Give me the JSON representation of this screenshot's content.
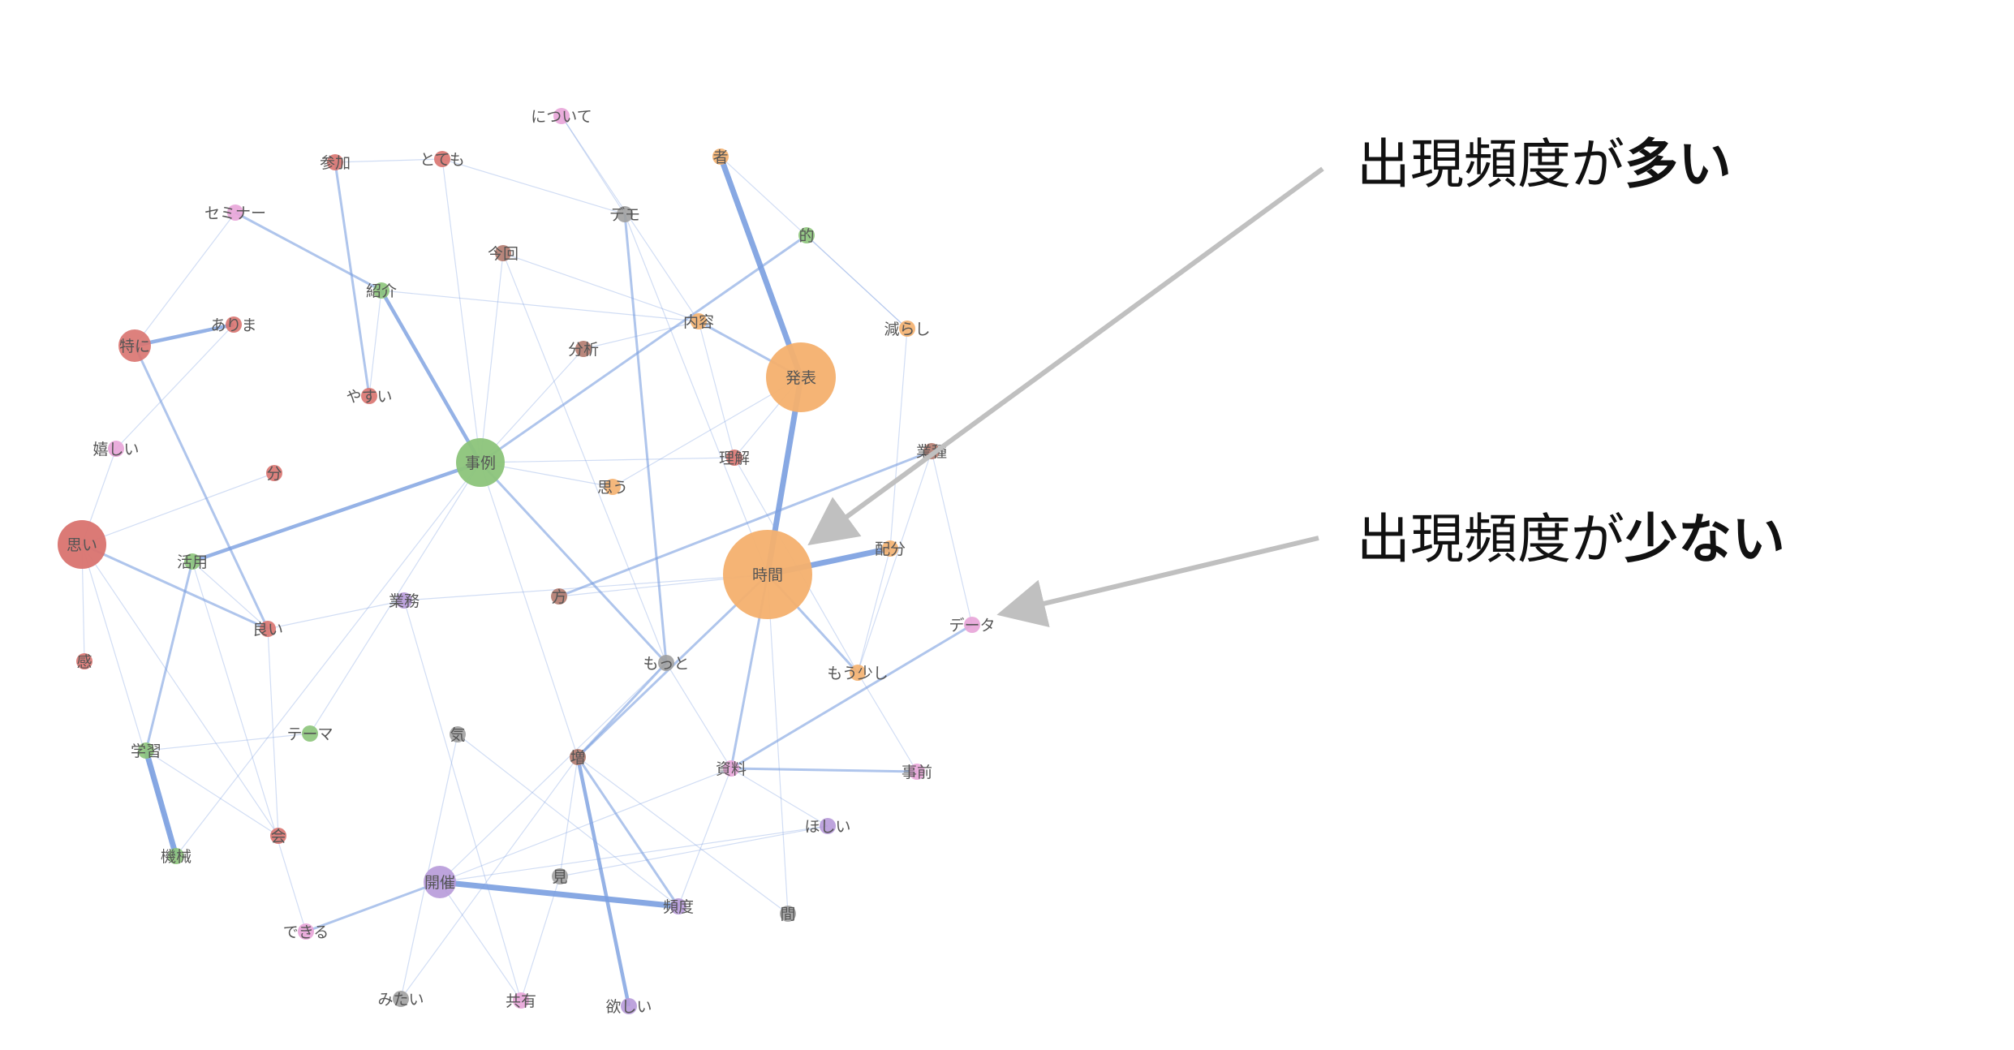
{
  "colors": {
    "red": "#d9736f",
    "green": "#8cc47a",
    "orange": "#f4b06e",
    "pink": "#e8a4d8",
    "purple": "#b79ad9",
    "gray": "#a0a0a0",
    "brown": "#b27a6e",
    "edge": "#7a9fe0",
    "arrow": "#c0c0c0"
  },
  "nodes": [
    {
      "id": "ni-tsuite",
      "label": "について",
      "color": "pink",
      "size": 1
    },
    {
      "id": "sanka",
      "label": "参加",
      "color": "red",
      "size": 1
    },
    {
      "id": "totemo",
      "label": "とても",
      "color": "red",
      "size": 1
    },
    {
      "id": "sha",
      "label": "者",
      "color": "orange",
      "size": 1
    },
    {
      "id": "seminar",
      "label": "セミナー",
      "color": "pink",
      "size": 1
    },
    {
      "id": "demo",
      "label": "デモ",
      "color": "gray",
      "size": 1
    },
    {
      "id": "teki",
      "label": "的",
      "color": "green",
      "size": 1
    },
    {
      "id": "konkai",
      "label": "今回",
      "color": "brown",
      "size": 1
    },
    {
      "id": "shokai",
      "label": "紹介",
      "color": "green",
      "size": 1
    },
    {
      "id": "arima",
      "label": "ありま",
      "color": "red",
      "size": 1
    },
    {
      "id": "tokuni",
      "label": "特に",
      "color": "red",
      "size": 2
    },
    {
      "id": "naiyou",
      "label": "内容",
      "color": "orange",
      "size": 1
    },
    {
      "id": "herashi",
      "label": "減らし",
      "color": "orange",
      "size": 1
    },
    {
      "id": "bunseki",
      "label": "分析",
      "color": "brown",
      "size": 1
    },
    {
      "id": "happyou",
      "label": "発表",
      "color": "orange",
      "size": 4
    },
    {
      "id": "yasui",
      "label": "やすい",
      "color": "red",
      "size": 1
    },
    {
      "id": "ureshii",
      "label": "嬉しい",
      "color": "pink",
      "size": 1
    },
    {
      "id": "jirei",
      "label": "事例",
      "color": "green",
      "size": 3
    },
    {
      "id": "rikai",
      "label": "理解",
      "color": "red",
      "size": 1
    },
    {
      "id": "gyoukai",
      "label": "業種",
      "color": "brown",
      "size": 1
    },
    {
      "id": "bun",
      "label": "分",
      "color": "red",
      "size": 1
    },
    {
      "id": "omou",
      "label": "思う",
      "color": "orange",
      "size": 1
    },
    {
      "id": "omoi",
      "label": "思い",
      "color": "red",
      "size": 3
    },
    {
      "id": "katsuyou",
      "label": "活用",
      "color": "green",
      "size": 1
    },
    {
      "id": "jikan",
      "label": "時間",
      "color": "orange",
      "size": 5
    },
    {
      "id": "haibun",
      "label": "配分",
      "color": "orange",
      "size": 1
    },
    {
      "id": "gyoumu",
      "label": "業務",
      "color": "purple",
      "size": 1
    },
    {
      "id": "kata",
      "label": "方",
      "color": "brown",
      "size": 1
    },
    {
      "id": "yoi",
      "label": "良い",
      "color": "red",
      "size": 1
    },
    {
      "id": "data",
      "label": "データ",
      "color": "pink",
      "size": 1
    },
    {
      "id": "motto",
      "label": "もっと",
      "color": "gray",
      "size": 1
    },
    {
      "id": "mousukoshi",
      "label": "もう少し",
      "color": "orange",
      "size": 1
    },
    {
      "id": "kan",
      "label": "感",
      "color": "red",
      "size": 1
    },
    {
      "id": "gakushu",
      "label": "学習",
      "color": "green",
      "size": 1
    },
    {
      "id": "theme",
      "label": "テーマ",
      "color": "green",
      "size": 1
    },
    {
      "id": "ki",
      "label": "気",
      "color": "gray",
      "size": 1
    },
    {
      "id": "zou",
      "label": "増",
      "color": "brown",
      "size": 1
    },
    {
      "id": "shiryou",
      "label": "資料",
      "color": "pink",
      "size": 1
    },
    {
      "id": "jizen",
      "label": "事前",
      "color": "pink",
      "size": 1
    },
    {
      "id": "hoshii",
      "label": "ほしい",
      "color": "purple",
      "size": 1
    },
    {
      "id": "kikai",
      "label": "機械",
      "color": "green",
      "size": 1
    },
    {
      "id": "kai",
      "label": "会",
      "color": "red",
      "size": 1
    },
    {
      "id": "kaisai",
      "label": "開催",
      "color": "purple",
      "size": 2
    },
    {
      "id": "mi",
      "label": "見",
      "color": "gray",
      "size": 1
    },
    {
      "id": "hindo",
      "label": "頻度",
      "color": "purple",
      "size": 1
    },
    {
      "id": "aida",
      "label": "間",
      "color": "gray",
      "size": 1
    },
    {
      "id": "dekiru",
      "label": "できる",
      "color": "pink",
      "size": 1
    },
    {
      "id": "mitai",
      "label": "みたい",
      "color": "gray",
      "size": 1
    },
    {
      "id": "kyouyuu",
      "label": "共有",
      "color": "pink",
      "size": 1
    },
    {
      "id": "hoshii2",
      "label": "欲しい",
      "color": "purple",
      "size": 1
    }
  ],
  "edges": [
    [
      "sha",
      "happyou",
      3
    ],
    [
      "happyou",
      "jikan",
      3
    ],
    [
      "jikan",
      "haibun",
      3
    ],
    [
      "gakushu",
      "kikai",
      3
    ],
    [
      "kaisai",
      "hindo",
      3
    ],
    [
      "zou",
      "hoshii2",
      2
    ],
    [
      "jirei",
      "shokai",
      2
    ],
    [
      "jirei",
      "katsuyou",
      2
    ],
    [
      "jirei",
      "teki",
      1
    ],
    [
      "tokuni",
      "arima",
      2
    ],
    [
      "seminar",
      "shokai",
      1
    ],
    [
      "sanka",
      "yasui",
      1
    ],
    [
      "omoi",
      "yoi",
      1
    ],
    [
      "katsuyou",
      "gakushu",
      1
    ],
    [
      "tokuni",
      "yoi",
      1
    ],
    [
      "naiyou",
      "happyou",
      1
    ],
    [
      "jirei",
      "motto",
      1
    ],
    [
      "demo",
      "motto",
      1
    ],
    [
      "jikan",
      "zou",
      1
    ],
    [
      "jikan",
      "shiryou",
      1
    ],
    [
      "zou",
      "hindo",
      1
    ],
    [
      "shiryou",
      "jizen",
      1
    ],
    [
      "data",
      "shiryou",
      1
    ],
    [
      "kaisai",
      "dekiru",
      1
    ],
    [
      "kata",
      "gyoukai",
      1
    ],
    [
      "motto",
      "zou",
      1
    ],
    [
      "mousukoshi",
      "jikan",
      1
    ],
    [
      "sanka",
      "totemo",
      0
    ],
    [
      "totemo",
      "demo",
      0
    ],
    [
      "totemo",
      "jirei",
      0
    ],
    [
      "ni-tsuite",
      "demo",
      0
    ],
    [
      "ni-tsuite",
      "naiyou",
      0
    ],
    [
      "konkai",
      "jirei",
      0
    ],
    [
      "konkai",
      "naiyou",
      0
    ],
    [
      "shokai",
      "naiyou",
      0
    ],
    [
      "bunseki",
      "naiyou",
      0
    ],
    [
      "bunseki",
      "jirei",
      0
    ],
    [
      "herashi",
      "haibun",
      0
    ],
    [
      "herashi",
      "teki",
      0
    ],
    [
      "gyoukai",
      "data",
      0
    ],
    [
      "rikai",
      "jirei",
      0
    ],
    [
      "rikai",
      "happyou",
      0
    ],
    [
      "omou",
      "jirei",
      0
    ],
    [
      "kata",
      "jikan",
      0
    ],
    [
      "gyoumu",
      "jikan",
      0
    ],
    [
      "gyoumu",
      "yoi",
      0
    ],
    [
      "yoi",
      "katsuyou",
      0
    ],
    [
      "ureshii",
      "omoi",
      0
    ],
    [
      "bun",
      "omoi",
      0
    ],
    [
      "theme",
      "gakushu",
      0
    ],
    [
      "kai",
      "yoi",
      0
    ],
    [
      "kai",
      "omoi",
      0
    ],
    [
      "ki",
      "hindo",
      0
    ],
    [
      "ki",
      "mitai",
      0
    ],
    [
      "mi",
      "zou",
      0
    ],
    [
      "mi",
      "kyouyuu",
      0
    ],
    [
      "hoshii",
      "kaisai",
      0
    ],
    [
      "hoshii",
      "mi",
      0
    ],
    [
      "aida",
      "jikan",
      0
    ],
    [
      "mitai",
      "zou",
      0
    ],
    [
      "kyouyuu",
      "kaisai",
      0
    ],
    [
      "mousukoshi",
      "jizen",
      0
    ],
    [
      "motto",
      "shiryou",
      0
    ],
    [
      "dekiru",
      "katsuyou",
      0
    ],
    [
      "kikai",
      "omoi",
      0
    ],
    [
      "seminar",
      "tokuni",
      0
    ],
    [
      "arima",
      "ureshii",
      0
    ],
    [
      "kan",
      "omoi",
      0
    ],
    [
      "gyoumu",
      "kyouyuu",
      0
    ],
    [
      "jirei",
      "zou",
      0
    ],
    [
      "gakushu",
      "kai",
      0
    ],
    [
      "shiryou",
      "kaisai",
      0
    ],
    [
      "shiryou",
      "hoshii",
      0
    ],
    [
      "motto",
      "kaisai",
      0
    ],
    [
      "shokai",
      "yasui",
      0
    ],
    [
      "naiyou",
      "rikai",
      0
    ],
    [
      "demo",
      "jikan",
      0
    ],
    [
      "sha",
      "herashi",
      0
    ],
    [
      "haibun",
      "mousukoshi",
      0
    ],
    [
      "gyoukai",
      "mousukoshi",
      0
    ],
    [
      "zou",
      "aida",
      0
    ],
    [
      "omou",
      "happyou",
      0
    ],
    [
      "mousukoshi",
      "rikai",
      0
    ],
    [
      "jirei",
      "theme",
      0
    ],
    [
      "konkai",
      "motto",
      0
    ],
    [
      "shiryou",
      "hindo",
      0
    ],
    [
      "kikai",
      "jirei",
      0
    ]
  ],
  "annotations": [
    {
      "prefix": "出現頻度が",
      "bold": "多い",
      "target": "jikan"
    },
    {
      "prefix": "出現頻度が",
      "bold": "少ない",
      "target": "data"
    }
  ]
}
